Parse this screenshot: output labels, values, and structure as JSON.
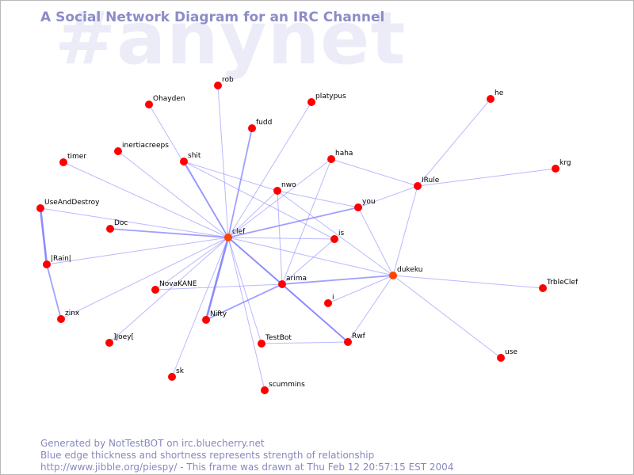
{
  "watermark": "#anynet",
  "title": "A Social Network Diagram for an IRC Channel",
  "colors": {
    "background": "#ffffff",
    "edge": "#8080ff",
    "node": "#ff0000",
    "node_alt": "#ff4400",
    "title": "#8c8cc8",
    "watermark": "#ececf8",
    "footer": "#8888c0"
  },
  "footer": {
    "line1": "Generated by NotTestBOT on irc.bluecherry.net",
    "line2": "Blue edge thickness and shortness represents strength of relationship",
    "line3": "http://www.jibble.org/piespy/ - This frame was drawn at Thu Feb 12 20:57:15 EST 2004"
  },
  "nodes": [
    {
      "id": "rob",
      "label": "rob"
    },
    {
      "id": "platypus",
      "label": "platypus"
    },
    {
      "id": "he",
      "label": "he"
    },
    {
      "id": "ohayden",
      "label": "Ohayden"
    },
    {
      "id": "fudd",
      "label": "fudd"
    },
    {
      "id": "timer",
      "label": "timer"
    },
    {
      "id": "inertiacreeps",
      "label": "inertiacreeps"
    },
    {
      "id": "shit",
      "label": "shit"
    },
    {
      "id": "haha",
      "label": "haha"
    },
    {
      "id": "krg",
      "label": "krg"
    },
    {
      "id": "nwo",
      "label": "nwo"
    },
    {
      "id": "irule",
      "label": "IRule"
    },
    {
      "id": "useanddestroy",
      "label": "UseAndDestroy"
    },
    {
      "id": "you",
      "label": "you"
    },
    {
      "id": "doc",
      "label": "Doc"
    },
    {
      "id": "clef",
      "label": "clef",
      "alt": true
    },
    {
      "id": "is",
      "label": "is"
    },
    {
      "id": "irain",
      "label": "|Rain|"
    },
    {
      "id": "dukeku",
      "label": "dukeku",
      "alt": true
    },
    {
      "id": "arima",
      "label": "arima"
    },
    {
      "id": "novakane",
      "label": "NovaKANE"
    },
    {
      "id": "trbleclef",
      "label": "TrbleClef"
    },
    {
      "id": "i",
      "label": "i"
    },
    {
      "id": "zinx",
      "label": "zinx"
    },
    {
      "id": "nifty",
      "label": "Nifty"
    },
    {
      "id": "rwf",
      "label": "Rwf"
    },
    {
      "id": "joey",
      "label": "]Joey["
    },
    {
      "id": "testbot",
      "label": "TestBot"
    },
    {
      "id": "use",
      "label": "use"
    },
    {
      "id": "sk",
      "label": "sk"
    },
    {
      "id": "scummins",
      "label": "scummins"
    }
  ],
  "edges": [
    {
      "from": "useanddestroy",
      "to": "irain",
      "weight": 3
    },
    {
      "from": "irain",
      "to": "zinx",
      "weight": 2
    },
    {
      "from": "useanddestroy",
      "to": "clef",
      "weight": 1
    },
    {
      "from": "clef",
      "to": "rob",
      "weight": 1
    },
    {
      "from": "clef",
      "to": "platypus",
      "weight": 1
    },
    {
      "from": "clef",
      "to": "ohayden",
      "weight": 1
    },
    {
      "from": "clef",
      "to": "fudd",
      "weight": 2
    },
    {
      "from": "clef",
      "to": "timer",
      "weight": 1
    },
    {
      "from": "clef",
      "to": "inertiacreeps",
      "weight": 1
    },
    {
      "from": "clef",
      "to": "shit",
      "weight": 2
    },
    {
      "from": "clef",
      "to": "haha",
      "weight": 1
    },
    {
      "from": "clef",
      "to": "nwo",
      "weight": 1
    },
    {
      "from": "clef",
      "to": "you",
      "weight": 2
    },
    {
      "from": "clef",
      "to": "doc",
      "weight": 2
    },
    {
      "from": "clef",
      "to": "is",
      "weight": 1
    },
    {
      "from": "clef",
      "to": "irain",
      "weight": 1
    },
    {
      "from": "clef",
      "to": "dukeku",
      "weight": 1
    },
    {
      "from": "clef",
      "to": "arima",
      "weight": 2
    },
    {
      "from": "clef",
      "to": "novakane",
      "weight": 1
    },
    {
      "from": "clef",
      "to": "zinx",
      "weight": 1
    },
    {
      "from": "clef",
      "to": "nifty",
      "weight": 3
    },
    {
      "from": "clef",
      "to": "rwf",
      "weight": 2
    },
    {
      "from": "clef",
      "to": "joey",
      "weight": 1
    },
    {
      "from": "clef",
      "to": "testbot",
      "weight": 1
    },
    {
      "from": "clef",
      "to": "sk",
      "weight": 1
    },
    {
      "from": "clef",
      "to": "scummins",
      "weight": 1
    },
    {
      "from": "shit",
      "to": "nwo",
      "weight": 1
    },
    {
      "from": "shit",
      "to": "is",
      "weight": 1
    },
    {
      "from": "nwo",
      "to": "you",
      "weight": 1
    },
    {
      "from": "nwo",
      "to": "dukeku",
      "weight": 1
    },
    {
      "from": "nwo",
      "to": "arima",
      "weight": 1
    },
    {
      "from": "haha",
      "to": "irule",
      "weight": 1
    },
    {
      "from": "haha",
      "to": "arima",
      "weight": 1
    },
    {
      "from": "he",
      "to": "irule",
      "weight": 1
    },
    {
      "from": "krg",
      "to": "irule",
      "weight": 1
    },
    {
      "from": "irule",
      "to": "you",
      "weight": 1
    },
    {
      "from": "irule",
      "to": "dukeku",
      "weight": 1
    },
    {
      "from": "you",
      "to": "dukeku",
      "weight": 1
    },
    {
      "from": "is",
      "to": "arima",
      "weight": 1
    },
    {
      "from": "dukeku",
      "to": "arima",
      "weight": 2
    },
    {
      "from": "dukeku",
      "to": "trbleclef",
      "weight": 1
    },
    {
      "from": "dukeku",
      "to": "i",
      "weight": 1
    },
    {
      "from": "dukeku",
      "to": "rwf",
      "weight": 1
    },
    {
      "from": "dukeku",
      "to": "use",
      "weight": 1
    },
    {
      "from": "arima",
      "to": "novakane",
      "weight": 1
    },
    {
      "from": "arima",
      "to": "nifty",
      "weight": 2
    },
    {
      "from": "arima",
      "to": "rwf",
      "weight": 2
    },
    {
      "from": "testbot",
      "to": "rwf",
      "weight": 1
    }
  ]
}
